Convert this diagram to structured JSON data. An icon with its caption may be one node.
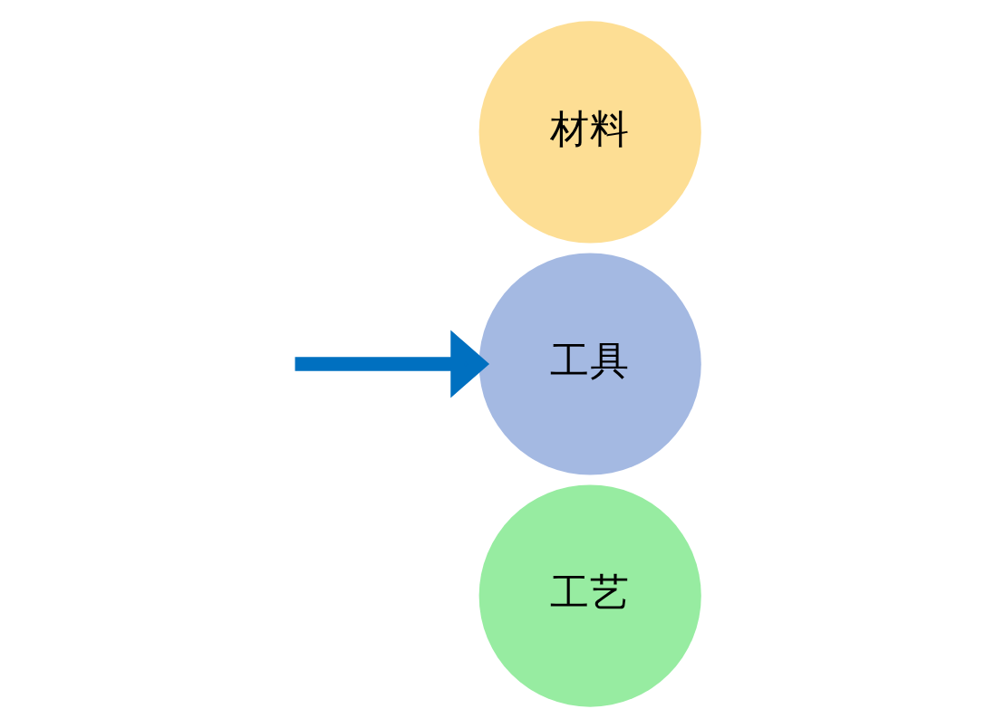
{
  "diagram": {
    "nodes": [
      {
        "text": [
          "材料"
        ]
      },
      {
        "text": [
          "工具"
        ]
      },
      {
        "text": [
          "工艺"
        ]
      }
    ],
    "edges": [
      {
        "from": null,
        "to": 1,
        "arrow": "to",
        "color": "#0070c0"
      }
    ]
  }
}
